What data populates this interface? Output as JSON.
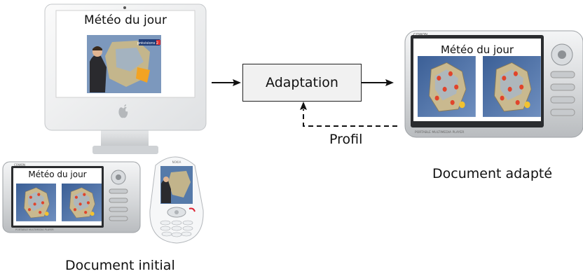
{
  "screen_title": "Météo du jour",
  "tv_logo_text": "prévisions 2",
  "phone_brand": "NOKIA",
  "tablet_brand": "COWON",
  "tablet_footer": "PORTABLE MULTIMEDIA PLAYER",
  "process_box": "Adaptation",
  "feedback_label": "Profil",
  "caption_input": "Document initial",
  "caption_output": "Document adapté"
}
